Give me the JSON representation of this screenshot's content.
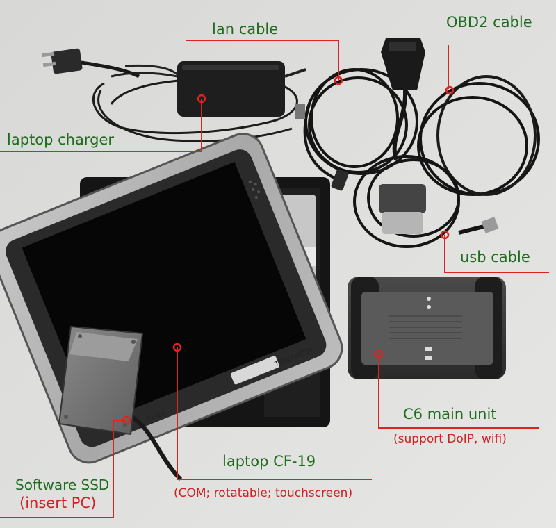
{
  "labels": {
    "lan_cable": "lan cable",
    "obd2_cable": "OBD2 cable",
    "laptop_charger": "laptop charger",
    "usb_cable": "usb cable",
    "c6_main_unit": "C6 main unit",
    "c6_note": "(support DoIP, wifi)",
    "laptop": "laptop CF-19",
    "laptop_note": "(COM; rotatable; touchscreen)",
    "ssd": "Software SSD",
    "ssd_note": "(insert PC)"
  },
  "device_text": {
    "laptop_brand": "TOUGHBOOK",
    "laptop_model": "CF-19"
  },
  "colors": {
    "background": "#dcdcda",
    "label_text": "#1f6b1f",
    "leader_line": "#dd2222",
    "note_text": "#cc2222"
  }
}
